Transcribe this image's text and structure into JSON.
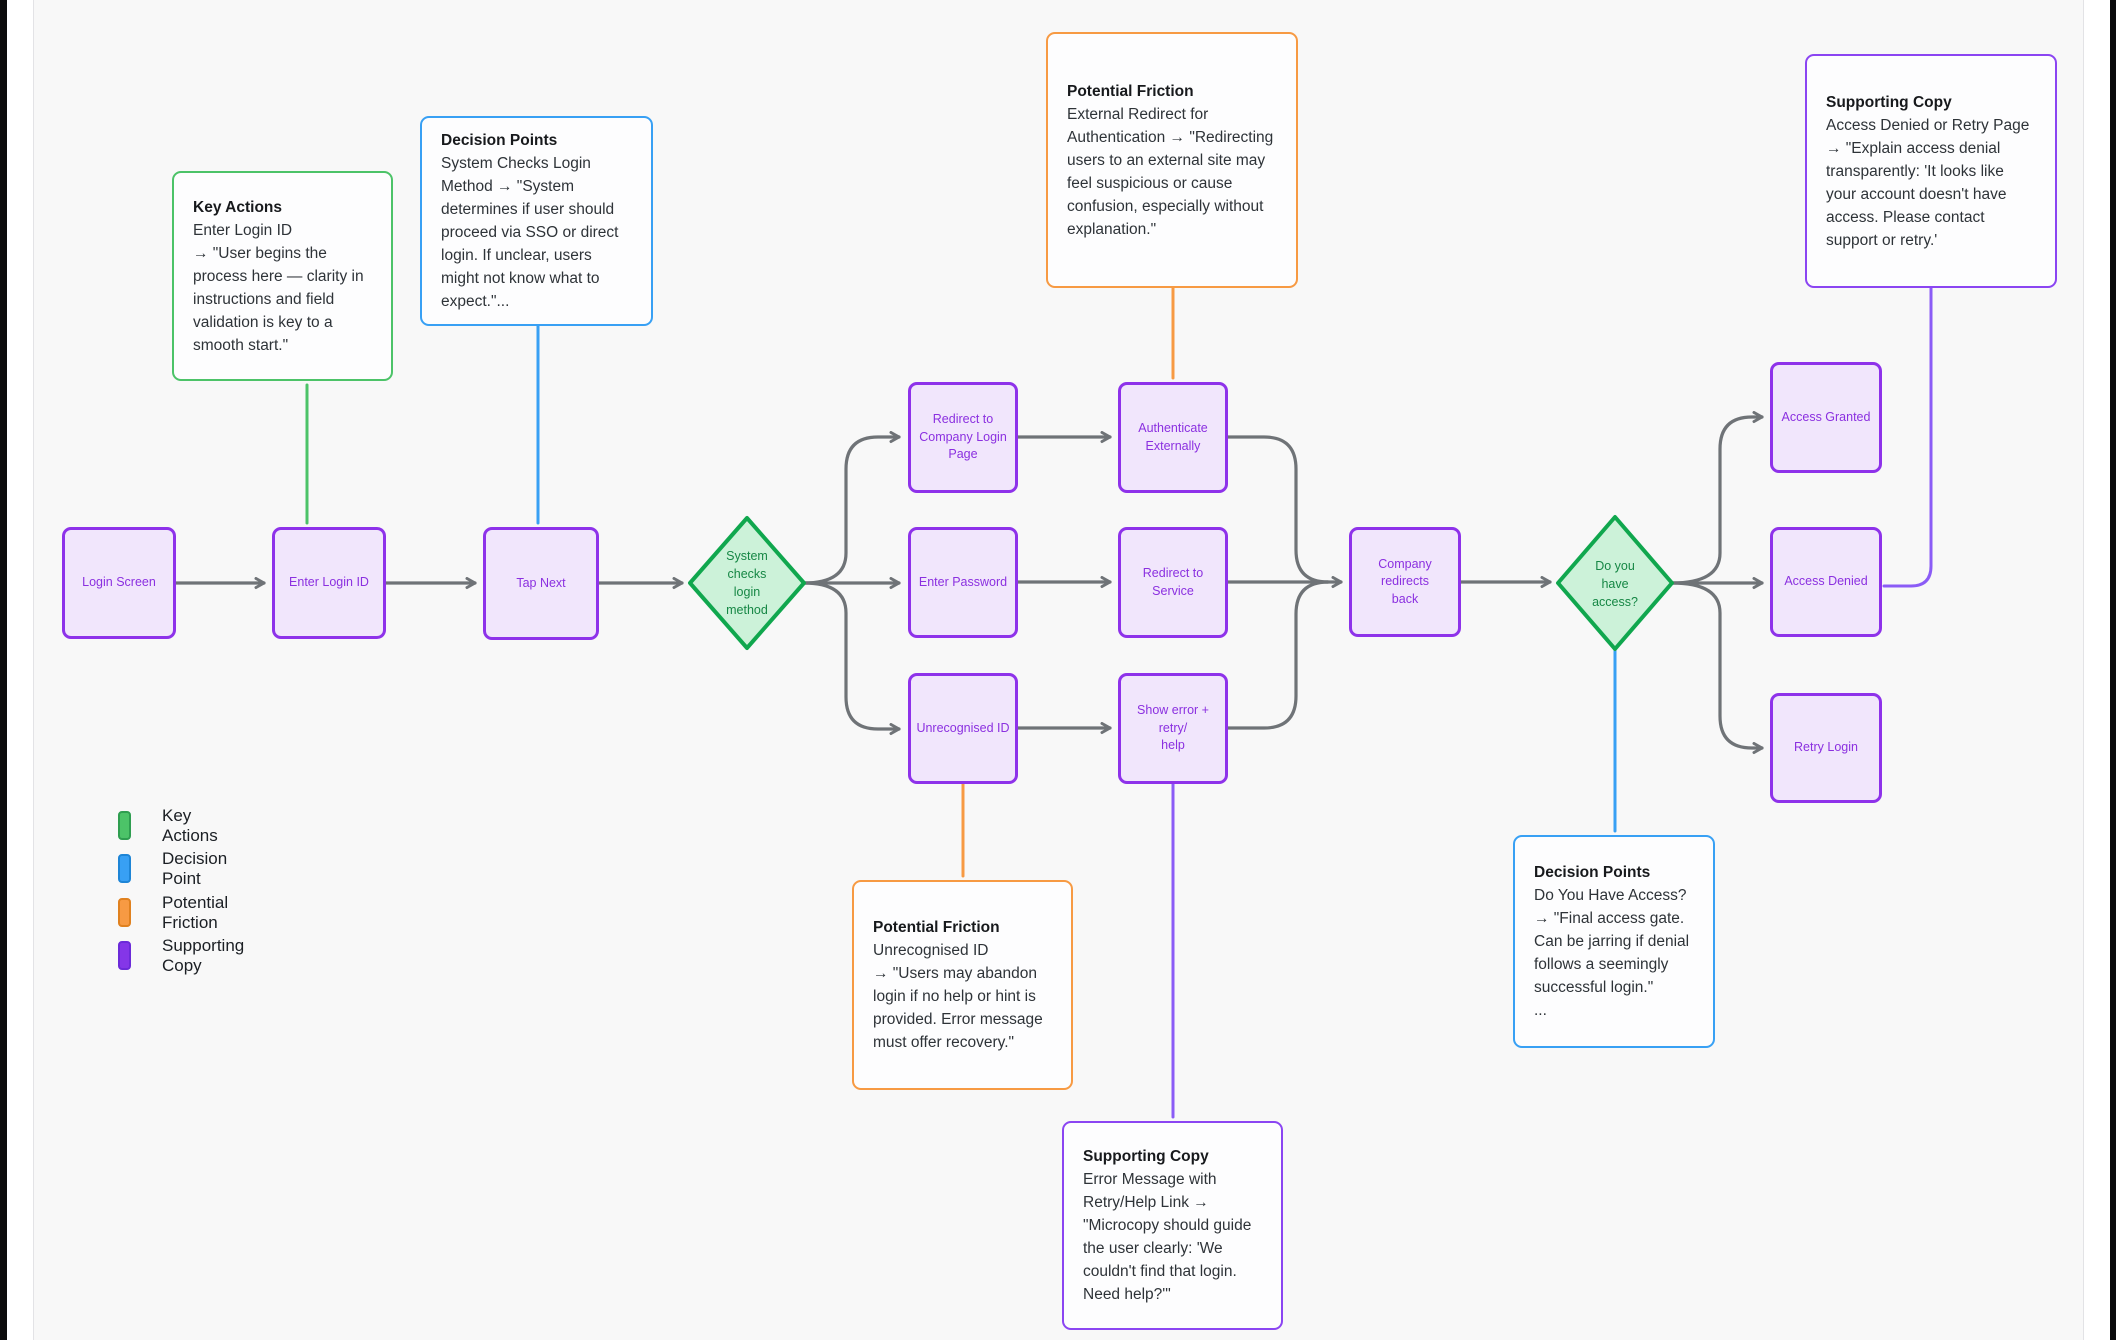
{
  "colors": {
    "node_fill": "#f1e6fc",
    "node_border": "#8e32ea",
    "node_text": "#8b30e0",
    "diamond_fill": "#ccf2d9",
    "diamond_border": "#10a74e",
    "diamond_text": "#168745",
    "wire": "#6f7377",
    "green": "#4cc368",
    "blue": "#38a0f4",
    "orange": "#f79a43",
    "purple": "#8b5cf6",
    "annotation_purple_border": "#8b45f2",
    "annotation_bg": "#fdfdfe",
    "title_text": "#17191c",
    "body_text": "#2e3338",
    "canvas_bg": "#f8f8f8",
    "canvas_border": "#e3e3e6",
    "edge_strip": "#0b0b0c",
    "legend_text": "#1b1f24",
    "green_dark": "#2f9e50",
    "blue_dark": "#1e85d6",
    "orange_dark": "#e0811f",
    "purple_dark": "#6c2bd9"
  },
  "nodes": [
    {
      "id": "login-screen",
      "label": "Login Screen"
    },
    {
      "id": "enter-login-id",
      "label": "Enter Login ID"
    },
    {
      "id": "tap-next",
      "label": "Tap Next"
    },
    {
      "id": "redirect-company-login",
      "label": "Redirect to\nCompany Login\nPage"
    },
    {
      "id": "enter-password",
      "label": "Enter Password"
    },
    {
      "id": "unrecognised-id",
      "label": "Unrecognised ID"
    },
    {
      "id": "authenticate-externally",
      "label": "Authenticate\nExternally"
    },
    {
      "id": "redirect-to-service",
      "label": "Redirect to Service"
    },
    {
      "id": "show-error-retry-help",
      "label": "Show error + retry/\nhelp"
    },
    {
      "id": "company-redirects-back",
      "label": "Company redirects\nback"
    },
    {
      "id": "access-granted",
      "label": "Access Granted"
    },
    {
      "id": "access-denied",
      "label": "Access Denied"
    },
    {
      "id": "retry-login",
      "label": "Retry Login"
    }
  ],
  "diamonds": [
    {
      "id": "system-checks-login-method",
      "label": "System\nchecks\nlogin\nmethod"
    },
    {
      "id": "do-you-have-access",
      "label": "Do you\nhave\naccess?"
    }
  ],
  "annotations": [
    {
      "id": "key-actions",
      "category": "green",
      "title": "Key Actions",
      "body": "Enter Login ID\n→ \"User begins the process here — clarity in instructions and field validation is key to a smooth start.\""
    },
    {
      "id": "decision-points-top",
      "category": "blue",
      "title": "Decision Points",
      "body": "System Checks Login Method → \"System determines if user should proceed via SSO or direct login. If unclear, users might not know what to expect.\"..."
    },
    {
      "id": "potential-friction-top",
      "category": "orange",
      "title": "Potential Friction",
      "body": "External Redirect for Authentication → \"Redirecting users to an external site may feel suspicious or cause confusion, especially without explanation.\""
    },
    {
      "id": "supporting-copy-top",
      "category": "purple",
      "title": "Supporting Copy",
      "body": "Access Denied or Retry Page\n→ \"Explain access denial transparently: 'It looks like your account doesn't have access. Please contact support or retry.'"
    },
    {
      "id": "potential-friction-bottom",
      "category": "orange",
      "title": "Potential Friction",
      "body": "Unrecognised ID\n→ \"Users may abandon login if no help or hint is provided. Error message must offer recovery.\""
    },
    {
      "id": "supporting-copy-bottom",
      "category": "purple",
      "title": "Supporting Copy",
      "body": "Error Message with Retry/Help Link → \"Microcopy should guide the user clearly: 'We couldn't find that login. Need help?'\""
    },
    {
      "id": "decision-points-bottom",
      "category": "blue",
      "title": "Decision Points",
      "body": "Do You Have Access?\n→ \"Final access gate. Can be jarring if denial follows a seemingly successful login.\"\n..."
    }
  ],
  "legend": {
    "items": [
      {
        "label": "Key Actions",
        "color": "#4cc368"
      },
      {
        "label": "Decision Point",
        "color": "#38a0f4"
      },
      {
        "label": "Potential Friction",
        "color": "#f79a43"
      },
      {
        "label": "Supporting Copy",
        "color": "#8436e8"
      }
    ]
  }
}
